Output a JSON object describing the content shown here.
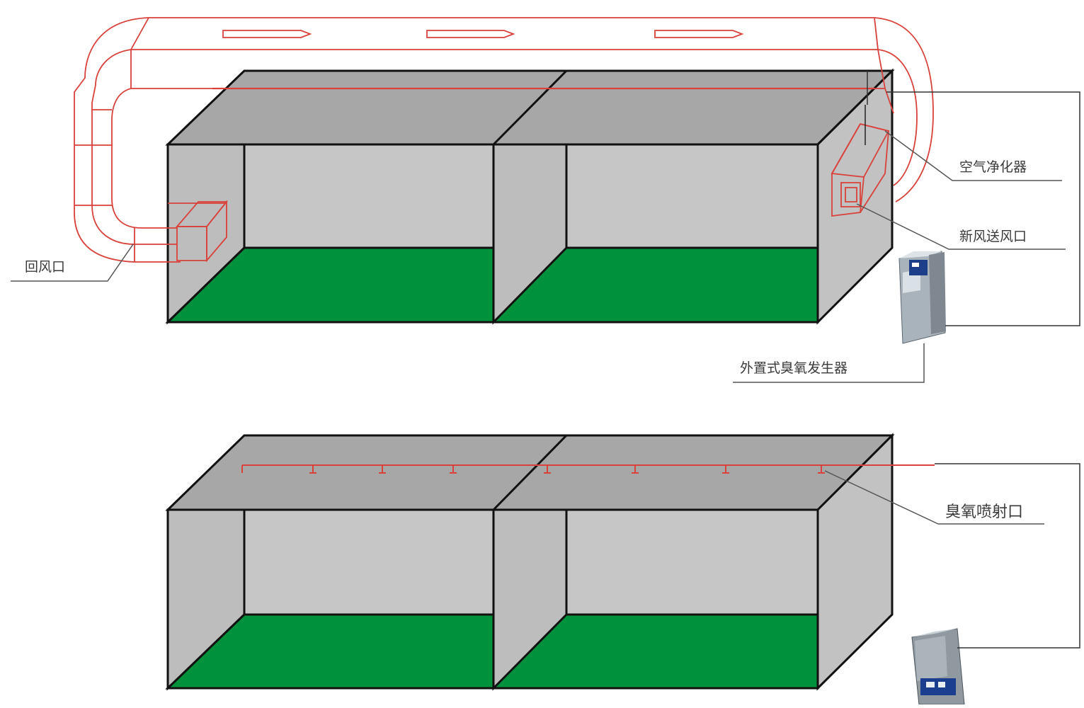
{
  "labels": {
    "return_air_inlet": "回风口",
    "air_purifier": "空气净化器",
    "fresh_air_outlet": "新风送风口",
    "external_ozone_generator": "外置式臭氧发生器",
    "ozone_injection_port": "臭氧喷射口"
  },
  "colors": {
    "background": "#ffffff",
    "wall": "#c4c4c4",
    "ceiling": "#a7a7a7",
    "floor": "#00913d",
    "outline": "#111111",
    "duct": "#d9413a",
    "leader": "#555555"
  }
}
